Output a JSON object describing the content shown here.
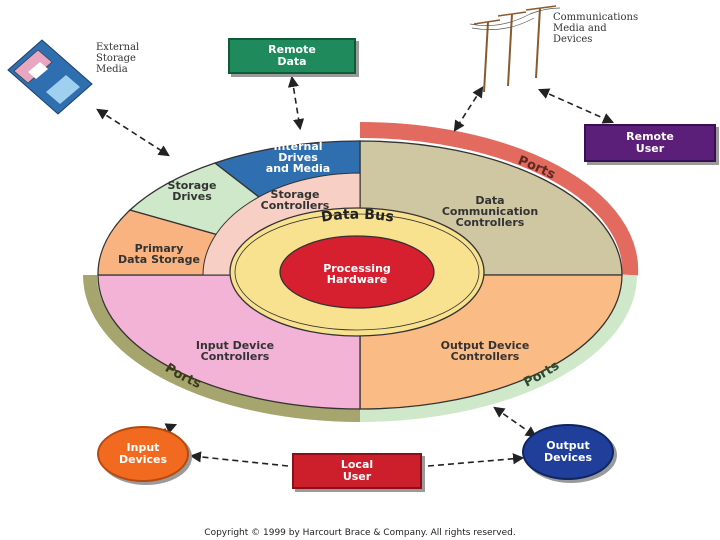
{
  "labels": {
    "remote_data": "Remote\nData",
    "remote_user": "Remote\nUser",
    "external_storage": "External\nStorage\nMedia",
    "communications": "Communications\nMedia and\nDevices",
    "internal_drives": "Internal\nDrives\nand Media",
    "storage_drives": "Storage\nDrives",
    "storage_controllers": "Storage\nControllers",
    "data_comm_controllers": "Data\nCommunication\nControllers",
    "primary_storage": "Primary\nData Storage",
    "data_bus": "Data Bus",
    "processing_hardware": "Processing\nHardware",
    "input_device_controllers": "Input Device\nControllers",
    "output_device_controllers": "Output Device\nControllers",
    "ports_top": "Ports",
    "ports_left": "Ports",
    "ports_right": "Ports",
    "input_devices": "Input\nDevices",
    "output_devices": "Output\nDevices",
    "local_user": "Local\nUser",
    "copyright": "Copyright © 1999 by Harcourt Brace & Company. All rights reserved."
  },
  "colors": {
    "remote_data": "#1f8a5c",
    "remote_user": "#5b1f7a",
    "local_user": "#cc1f2b",
    "input_devices": "#f26a1f",
    "output_devices": "#1f3f9a",
    "internal_drives": "#2f6fb0",
    "storage_drives": "#cfe8c9",
    "storage_controllers": "#f7cfc4",
    "data_comm": "#cfc6a2",
    "primary_storage": "#f8b380",
    "input_ctrl": "#f2b3d6",
    "output_ctrl": "#fabb85",
    "data_bus_ring": "#f9e28f",
    "processing": "#d61f2f",
    "ports_red": "#e36a5e",
    "ports_olive": "#a7a56e",
    "ports_green": "#cfe8c9"
  }
}
